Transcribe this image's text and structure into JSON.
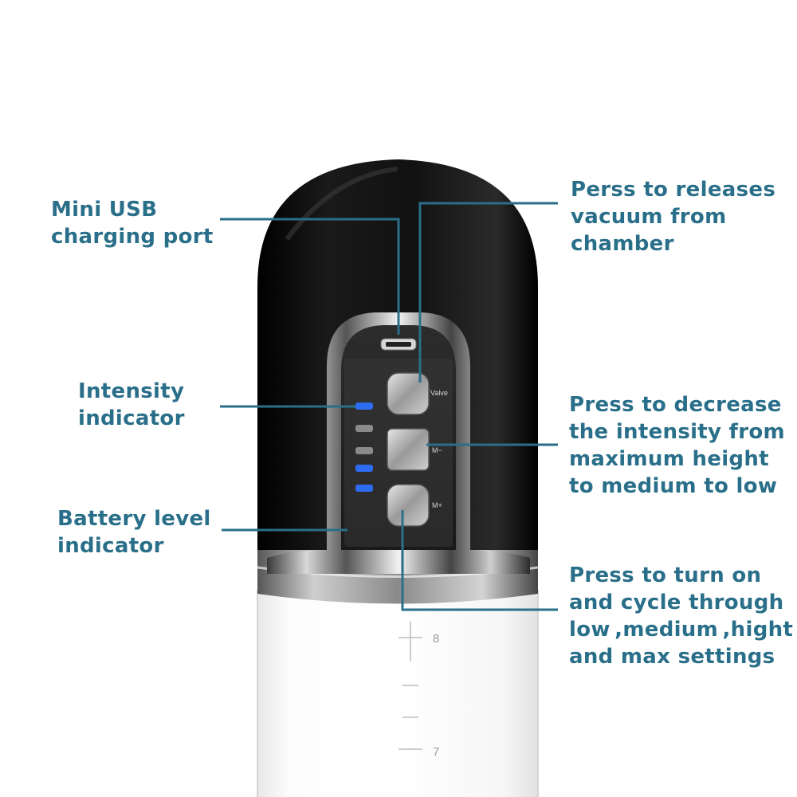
{
  "labels": {
    "usb": [
      "Mini USB",
      "charging port"
    ],
    "intensity": [
      "Intensity",
      "indicator"
    ],
    "battery": [
      "Battery level",
      "indicator"
    ],
    "valve": [
      "Perss to releases",
      "vacuum from",
      "chamber"
    ],
    "decrease": [
      "Press to decrease",
      "the intensity from",
      "maximum height",
      "to medium to low"
    ],
    "power": [
      "Press to turn on",
      "and cycle through",
      "low ,medium ,hight",
      "and max settings"
    ]
  },
  "buttons": {
    "valve": "Valve",
    "minus": "M−",
    "plus": "M+"
  },
  "scale": {
    "mark_8": "8",
    "mark_7": "7"
  },
  "indicators": {
    "leds": [
      "blue",
      "gray",
      "gray",
      "blue",
      "blue"
    ]
  },
  "colors": {
    "label_text": "#2a6f89",
    "leader_line": "#2a6f89",
    "led_blue": "#2d6cf0",
    "led_gray": "#8a8a8a",
    "body_black": "#0b0b0b"
  }
}
